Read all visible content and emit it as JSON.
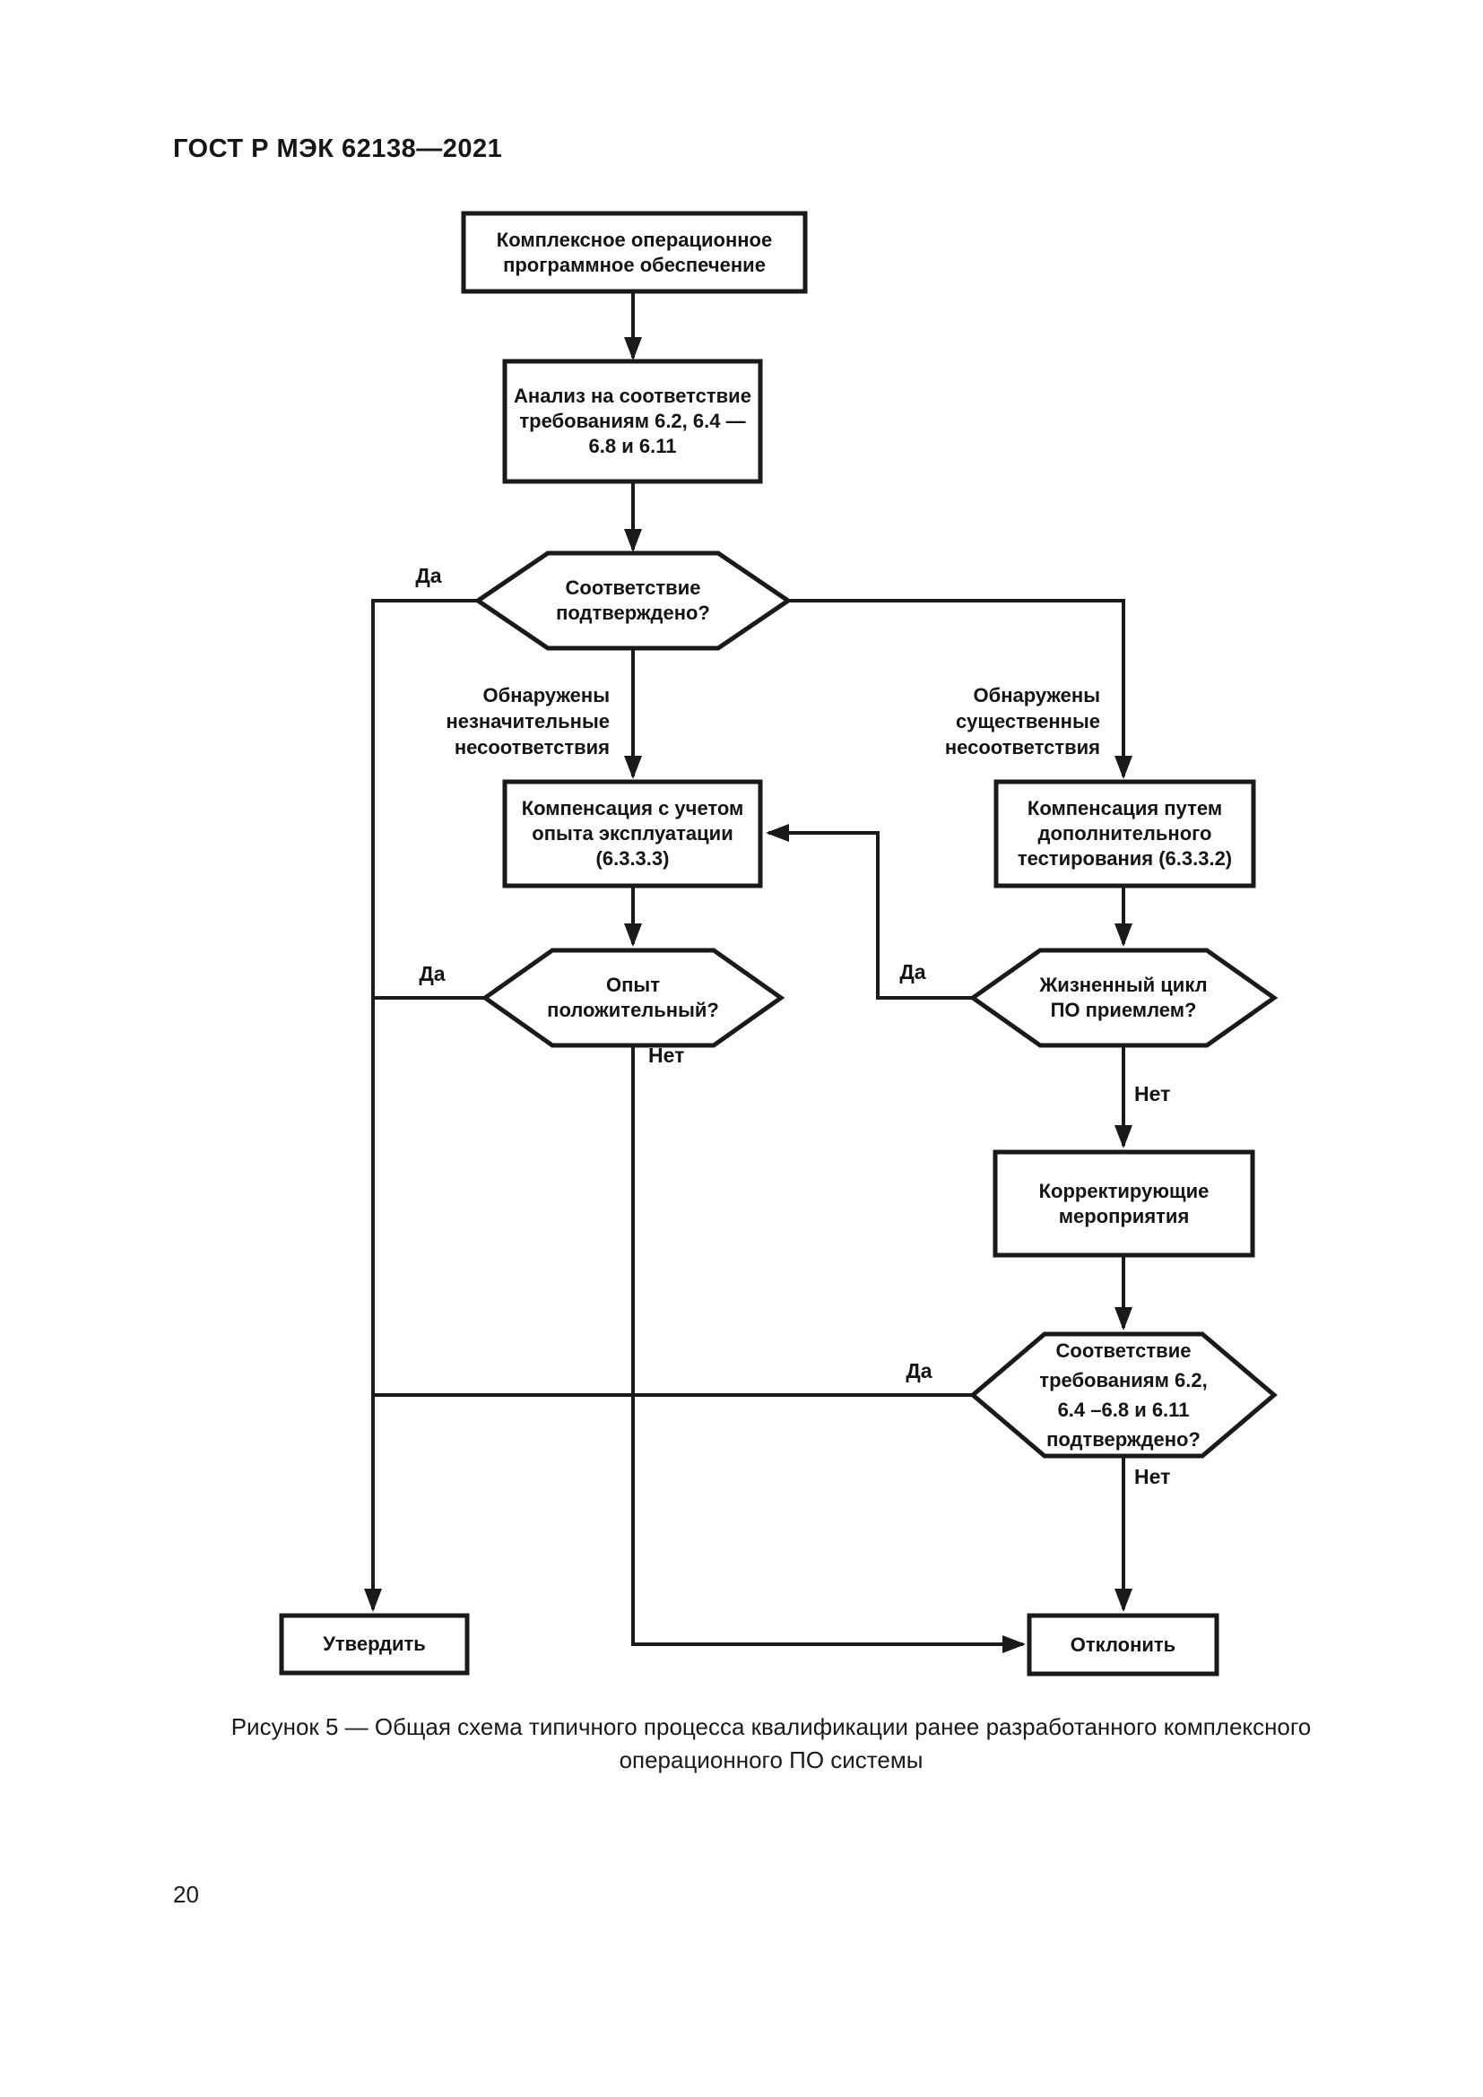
{
  "page": {
    "header": "ГОСТ Р МЭК 62138—2021",
    "page_number": "20"
  },
  "colors": {
    "ink": "#1a1a1a",
    "paper": "#ffffff"
  },
  "flowchart": {
    "nodes": {
      "source": {
        "type": "process",
        "lines": [
          "Комплексное операционное",
          "программное обеспечение"
        ]
      },
      "analysis": {
        "type": "process",
        "lines": [
          "Анализ на соответствие",
          "требованиям 6.2, 6.4 —",
          "6.8 и 6.11"
        ]
      },
      "conformity": {
        "type": "decision",
        "lines": [
          "Соответствие",
          "подтверждено?"
        ]
      },
      "comp_experience": {
        "type": "process",
        "lines": [
          "Компенсация с учетом",
          "опыта эксплуатации",
          "(6.3.3.3)"
        ]
      },
      "comp_testing": {
        "type": "process",
        "lines": [
          "Компенсация путем",
          "дополнительного",
          "тестирования (6.3.3.2)"
        ]
      },
      "experience_positive": {
        "type": "decision",
        "lines": [
          "Опыт",
          "положительный?"
        ]
      },
      "lifecycle_ok": {
        "type": "decision",
        "lines": [
          "Жизненный цикл",
          "ПО приемлем?"
        ]
      },
      "corrective": {
        "type": "process",
        "lines": [
          "Корректирующие",
          "мероприятия"
        ]
      },
      "conformity_final": {
        "type": "decision",
        "lines": [
          "Соответствие",
          "требованиям 6.2,",
          "6.4 –6.8 и 6.11",
          "подтверждено?"
        ]
      },
      "approve": {
        "type": "terminal",
        "lines": [
          "Утвердить"
        ]
      },
      "reject": {
        "type": "terminal",
        "lines": [
          "Отклонить"
        ]
      }
    },
    "labels": {
      "yes": "Да",
      "no": "Нет",
      "minor_nonconformities": [
        "Обнаружены",
        "незначительные",
        "несоответствия"
      ],
      "major_nonconformities": [
        "Обнаружены",
        "существенные",
        "несоответствия"
      ]
    }
  },
  "caption": {
    "line1": "Рисунок 5 — Общая схема типичного процесса квалификации ранее разработанного комплексного",
    "line2": "операционного ПО системы"
  }
}
